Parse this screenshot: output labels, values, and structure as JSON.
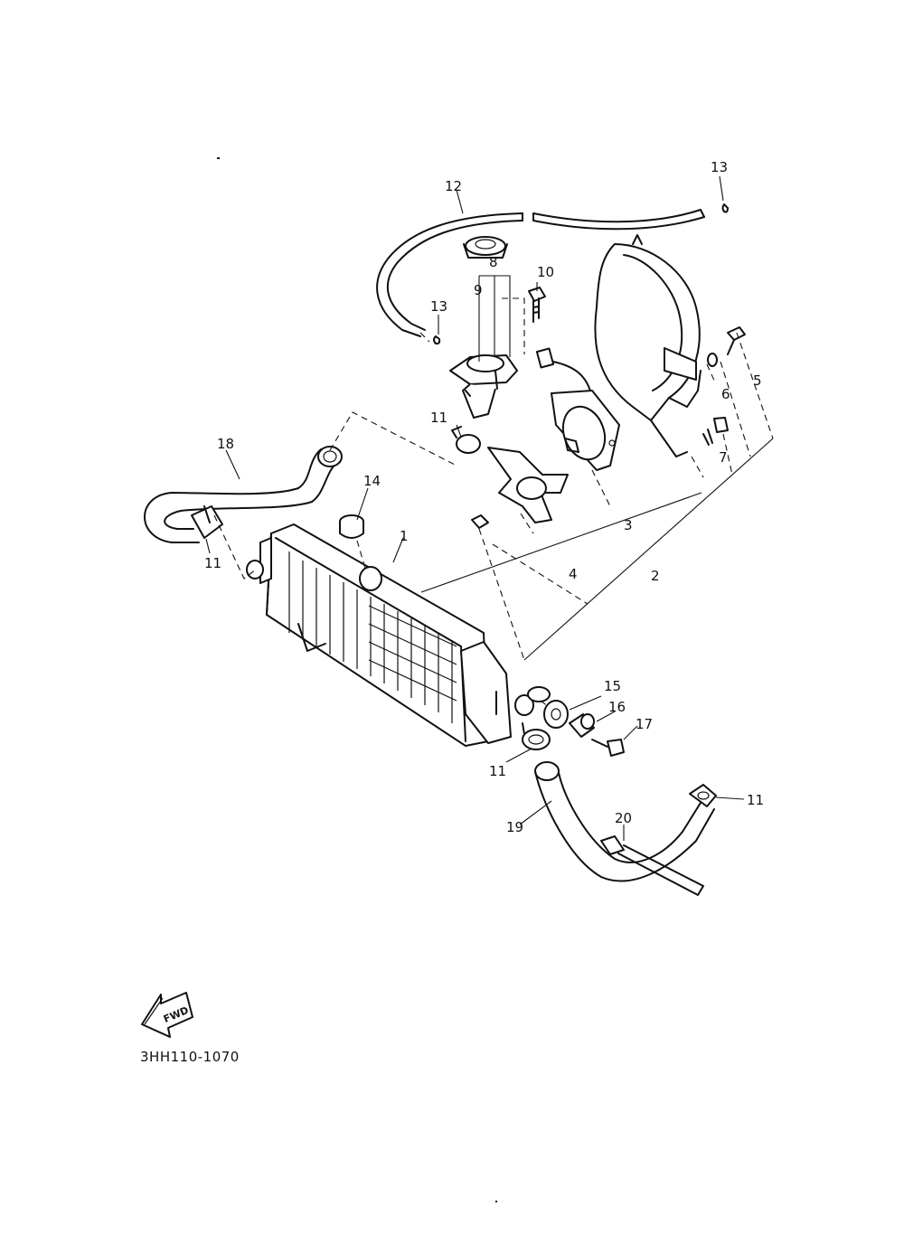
{
  "diagram": {
    "code": "3HH110-1070",
    "fwd_label": "FWD",
    "callouts": [
      {
        "id": "1",
        "text": "1"
      },
      {
        "id": "2",
        "text": "2"
      },
      {
        "id": "3",
        "text": "3"
      },
      {
        "id": "4",
        "text": "4"
      },
      {
        "id": "5",
        "text": "5"
      },
      {
        "id": "6",
        "text": "6"
      },
      {
        "id": "7",
        "text": "7"
      },
      {
        "id": "8",
        "text": "8"
      },
      {
        "id": "9",
        "text": "9"
      },
      {
        "id": "10",
        "text": "10"
      },
      {
        "id": "11a",
        "text": "11"
      },
      {
        "id": "11b",
        "text": "11"
      },
      {
        "id": "11c",
        "text": "11"
      },
      {
        "id": "11d",
        "text": "11"
      },
      {
        "id": "12",
        "text": "12"
      },
      {
        "id": "13a",
        "text": "13"
      },
      {
        "id": "13b",
        "text": "13"
      },
      {
        "id": "14",
        "text": "14"
      },
      {
        "id": "15",
        "text": "15"
      },
      {
        "id": "16",
        "text": "16"
      },
      {
        "id": "17",
        "text": "17"
      },
      {
        "id": "18",
        "text": "18"
      },
      {
        "id": "19",
        "text": "19"
      },
      {
        "id": "20",
        "text": "20"
      }
    ]
  }
}
